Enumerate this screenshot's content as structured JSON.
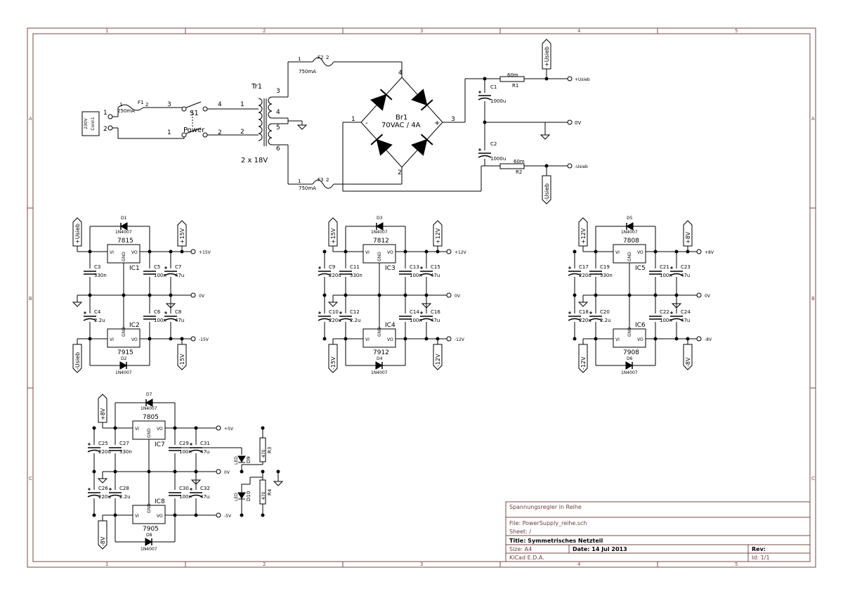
{
  "frame": {
    "cols": [
      "1",
      "2",
      "3",
      "4",
      "5"
    ],
    "rows": [
      "A",
      "B",
      "C"
    ]
  },
  "title_block": {
    "company": "Spannungsregler in Reihe",
    "file": "File: PowerSupply_reihe.sch",
    "sheet": "Sheet: /",
    "title": "Title: Symmetrisches Netzteil",
    "size": "Size: A4",
    "date": "Date: 14 Jul 2013",
    "rev": "Rev:",
    "tool": "KiCad E.D.A.",
    "id": "Id: 1/1"
  },
  "input": {
    "connector": "Conn1",
    "connector_value": "230V",
    "fuse": "F1",
    "fuse_value": "250mA",
    "switch": "S1",
    "switch_value": "Power",
    "p1": "1",
    "p2": "2",
    "p3": "3",
    "p4": "4"
  },
  "transformer": {
    "ref": "Tr1",
    "value": "2 x 18V",
    "p1": "1",
    "p2": "2",
    "p3": "3",
    "p4": "4",
    "p5": "5",
    "p6": "6"
  },
  "fuses_sec": {
    "f2": "F2",
    "f3": "F3",
    "value": "750mA",
    "p1": "1",
    "p2": "2"
  },
  "bridge": {
    "ref": "Br1",
    "value": "70VAC / 4A",
    "p1": "1",
    "p2": "2",
    "p3": "3",
    "p4": "4",
    "minus": "-",
    "plus": "+"
  },
  "filter": {
    "c1": "C1",
    "c2": "C2",
    "cap": "1000u",
    "r1": "R1",
    "r2": "R2",
    "res": "60m",
    "plus_label": "+Usieb",
    "minus_label": "-Usieb",
    "zero": "0V",
    "cplus": "+"
  },
  "reg15": {
    "in_pos": "+Usieb",
    "in_neg": "-Usieb",
    "out_pos": "+15V",
    "out_neg": "-15V",
    "ic_top": "7815",
    "ic_top_ref": "IC1",
    "ic_bot": "7915",
    "ic_bot_ref": "IC2",
    "d_top": "D1",
    "d_bot": "D2",
    "diode": "1N4007",
    "c_a": "C3",
    "c_a_v": "330n",
    "c_b": "C4",
    "c_b_v": "2.2u",
    "c_c": "C5",
    "c_c_v": "100n",
    "c_d": "C6",
    "c_d_v": "100n",
    "c_e": "C7",
    "c_e_v": "47u",
    "c_f": "C8",
    "c_f_v": "47u",
    "v_pos": "+15V",
    "v_neg": "-15V",
    "zero": "0V"
  },
  "reg12": {
    "in_pos": "+15V",
    "in_neg": "-15V",
    "out_pos": "+12V",
    "out_neg": "-12V",
    "ic_top": "7812",
    "ic_top_ref": "IC3",
    "ic_bot": "7912",
    "ic_bot_ref": "IC4",
    "d_top": "D3",
    "d_bot": "D4",
    "diode": "1N4007",
    "c_1": "C9",
    "c_1_v": "220u",
    "c_2": "C10",
    "c_2_v": "220u",
    "c_a": "C11",
    "c_a_v": "330n",
    "c_b": "C12",
    "c_b_v": "2.2u",
    "c_c": "C13",
    "c_c_v": "100n",
    "c_d": "C14",
    "c_d_v": "100n",
    "c_e": "C15",
    "c_e_v": "47u",
    "c_f": "C16",
    "c_f_v": "47u",
    "v_pos": "+12V",
    "v_neg": "-12V",
    "zero": "0V"
  },
  "reg8": {
    "in_pos": "+12V",
    "in_neg": "-12V",
    "out_pos": "+8V",
    "out_neg": "-8V",
    "ic_top": "7808",
    "ic_top_ref": "IC5",
    "ic_bot": "7908",
    "ic_bot_ref": "IC6",
    "d_top": "D5",
    "d_bot": "D6",
    "diode": "1N4007",
    "c_1": "C17",
    "c_1_v": "220u",
    "c_2": "C18",
    "c_2_v": "220u",
    "c_a": "C19",
    "c_a_v": "330n",
    "c_b": "C20",
    "c_b_v": "2.2u",
    "c_c": "C21",
    "c_c_v": "100n",
    "c_d": "C22",
    "c_d_v": "100n",
    "c_e": "C23",
    "c_e_v": "47u",
    "c_f": "C24",
    "c_f_v": "47u",
    "v_pos": "+8V",
    "v_neg": "-8V",
    "zero": "0V"
  },
  "reg5": {
    "in_pos": "+8V",
    "in_neg": "-8V",
    "ic_top": "7805",
    "ic_top_ref": "IC7",
    "ic_bot": "7905",
    "ic_bot_ref": "IC8",
    "d_top": "D7",
    "d_bot": "D8",
    "diode": "1N4007",
    "c_1": "C25",
    "c_1_v": "220u",
    "c_2": "C26",
    "c_2_v": "220u",
    "c_a": "C27",
    "c_a_v": "330n",
    "c_b": "C28",
    "c_b_v": "2.2u",
    "c_c": "C29",
    "c_c_v": "100n",
    "c_d": "C30",
    "c_d_v": "100n",
    "c_e": "C31",
    "c_e_v": "47u",
    "c_f": "C32",
    "c_f_v": "47u",
    "led_top": "D9",
    "led_bot": "D10",
    "led": "LED",
    "r_top": "R3",
    "r_bot": "R4",
    "res": "470",
    "v_pos": "+5V",
    "v_neg": "-5V",
    "zero": "0V"
  },
  "ic_pins": {
    "vi": "VI",
    "vo": "VO",
    "gnd": "GND"
  }
}
